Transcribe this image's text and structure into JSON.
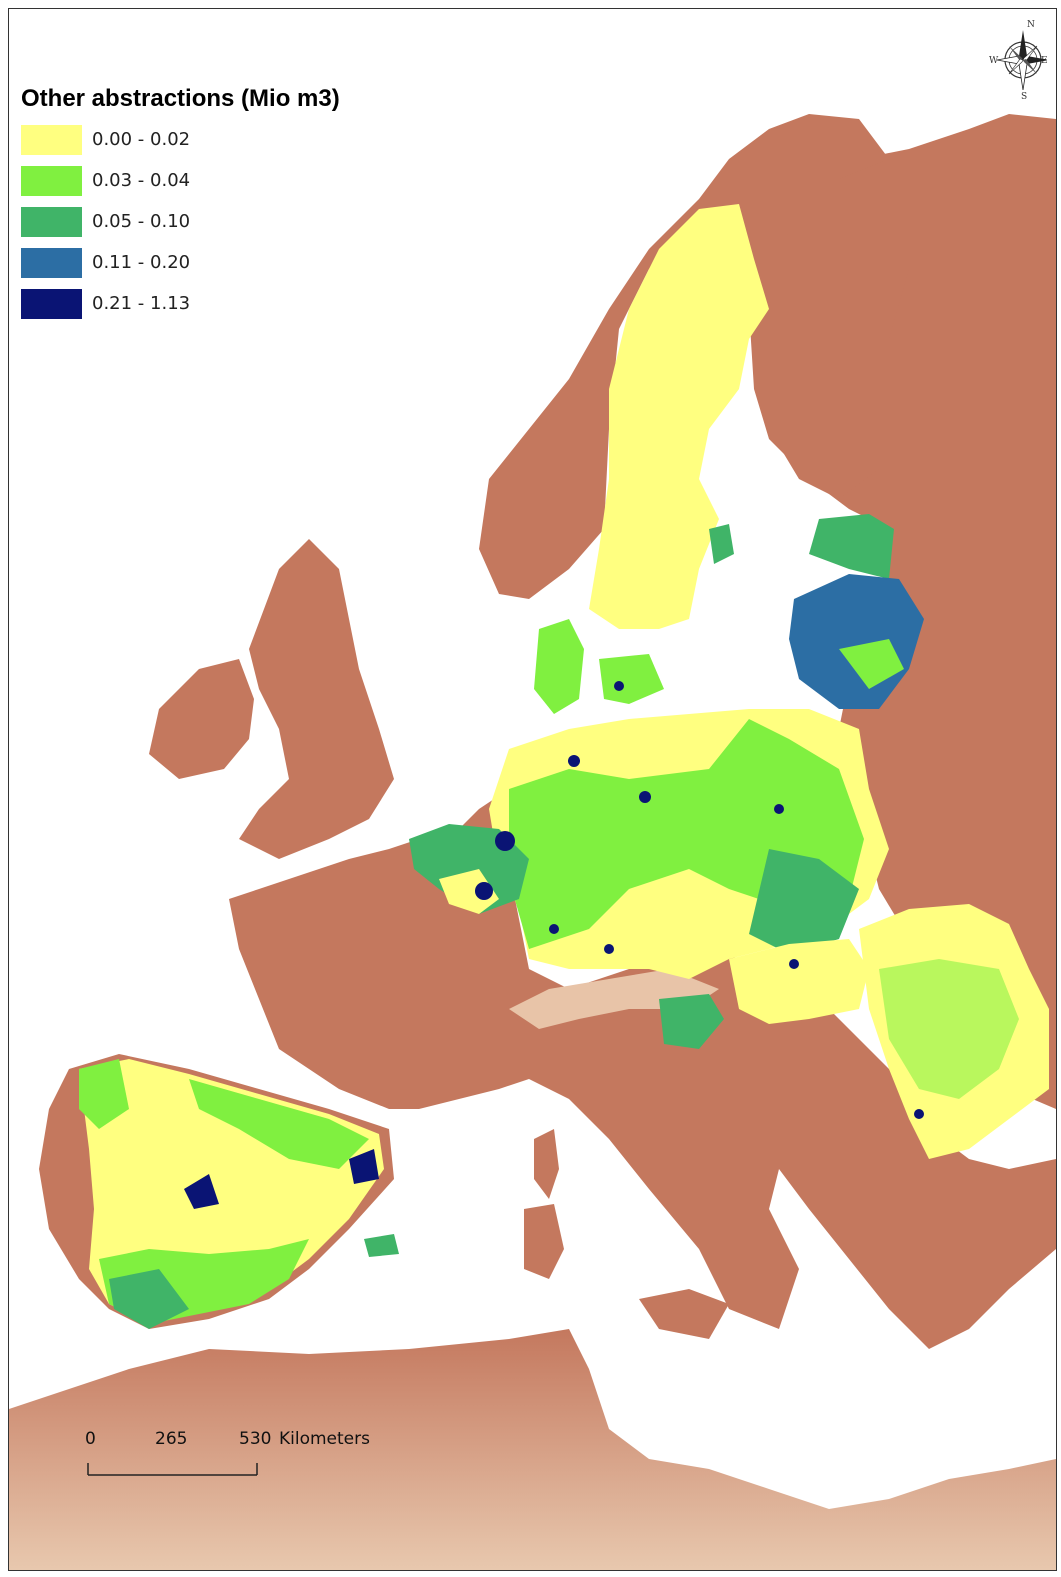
{
  "legend": {
    "title": "Other abstractions (Mio m3)",
    "items": [
      {
        "label": "0.00 - 0.02",
        "color": "#ffff80"
      },
      {
        "label": "0.03 - 0.04",
        "color": "#80f040"
      },
      {
        "label": "0.05 - 0.10",
        "color": "#40b468"
      },
      {
        "label": "0.11 - 0.20",
        "color": "#2c6ea4"
      },
      {
        "label": "0.21 - 1.13",
        "color": "#0a1474"
      }
    ]
  },
  "scale_bar": {
    "ticks": [
      "0",
      "265",
      "530"
    ],
    "unit": "Kilometers"
  },
  "north_arrow": {
    "n": "N",
    "s": "S",
    "e": "E",
    "w": "W"
  },
  "colors": {
    "land": "#c4785e",
    "land_light": "#e8c4a8",
    "sea": "#ffffff"
  }
}
